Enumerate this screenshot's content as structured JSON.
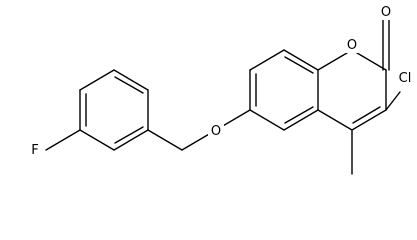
{
  "molecule": {
    "atoms": {
      "carbonyl_oxygen": "O",
      "ring_oxygen": "O",
      "chlorine": "Cl",
      "ether_oxygen": "O",
      "fluorine": "F"
    },
    "colors": {
      "bond": "#000000",
      "label": "#000000",
      "background": "#ffffff"
    }
  }
}
